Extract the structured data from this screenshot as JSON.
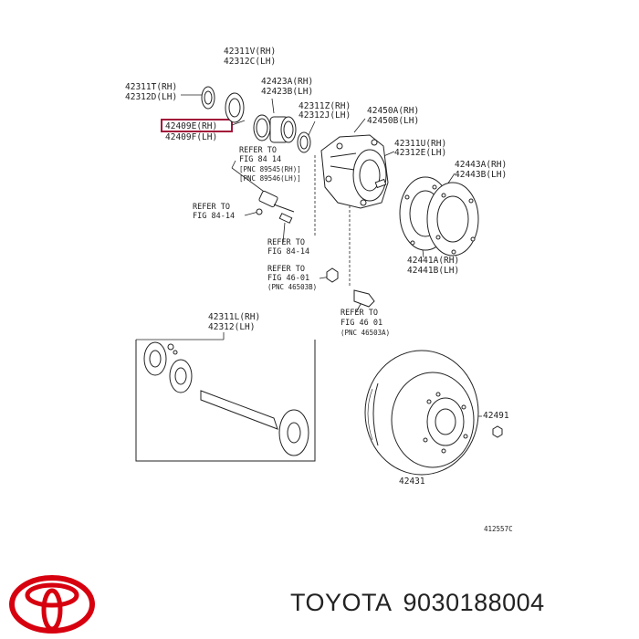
{
  "labels": {
    "l1": "42311V(RH)",
    "l2": "42312C(LH)",
    "l3": "42311T(RH)",
    "l4": "42312D(LH)",
    "l5": "42423A(RH)",
    "l6": "42423B(LH)",
    "l7": "42409E(RH)",
    "l8": "42409F(LH)",
    "l9": "42311Z(RH)",
    "l10": "42312J(LH)",
    "l11": "42450A(RH)",
    "l12": "42450B(LH)",
    "l13": "42311U(RH)",
    "l14": "42312E(LH)",
    "l15": "42443A(RH)",
    "l16": "42443B(LH)",
    "l17": "42441A(RH)",
    "l18": "42441B(LH)",
    "l19": "42311L(RH)",
    "l20": "42312(LH)",
    "l21": "42491",
    "l22": "42431",
    "figcode": "412557C"
  },
  "refs": {
    "r1a": "REFER TO",
    "r1b": "FIG 84 14",
    "r1c": "[PNC 89545(RH)]",
    "r1d": "[PNC 89546(LH)]",
    "r2a": "REFER TO",
    "r2b": "FIG 84-14",
    "r3a": "REFER TO",
    "r3b": "FIG 84-14",
    "r4a": "REFER TO",
    "r4b": "FIG 46-01",
    "r4c": "(PNC 46503B)",
    "r5a": "REFER TO",
    "r5b": "FIG 46 01",
    "r5c": "(PNC 46503A)"
  },
  "footer": {
    "brand": "TOYOTA",
    "part_number": "9030188004"
  },
  "colors": {
    "highlight": "#a3173a",
    "logo": "#d7000f",
    "line": "#222222"
  }
}
